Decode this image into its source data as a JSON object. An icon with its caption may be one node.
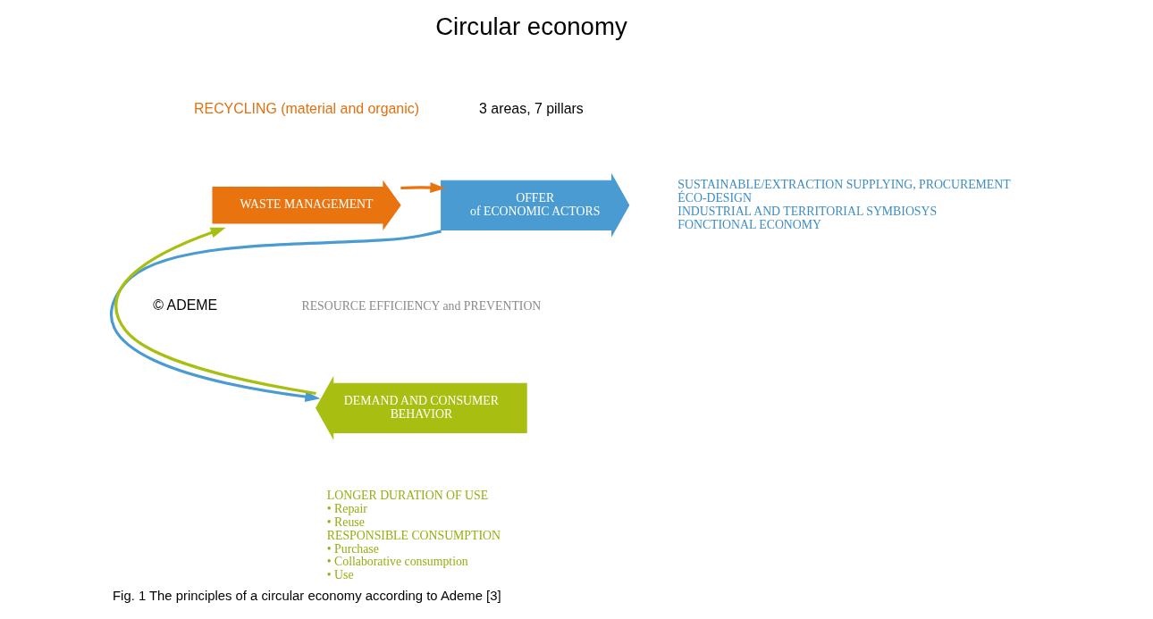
{
  "diagram": {
    "title": "Circular economy",
    "caption": "Fig. 1 The principles of a circular economy according to Ademe [3]",
    "nodes": [
      {
        "text": [
          "OFFER",
          "of ECONOMIC ACTORS"
        ],
        "beside": [
          "SUSTAINABLE/EXTRACTION SUPPLYING, PROCUREMENT",
          "ÉCO-DESIGN",
          "INDUSTRIAL AND TERRITORIAL SYMBIOSYS",
          "FONCTIONAL ECONOMY"
        ]
      },
      {
        "text": [
          "DEMAND AND CONSUMER",
          "BEHAVIOR"
        ],
        "beside": [
          "LONGER DURATION OF USE",
          "• Repair",
          "• Reuse",
          "RESPONSIBLE CONSUMPTION",
          "• Purchase",
          "• Collaborative consumption",
          "• Use"
        ]
      },
      {
        "text": [
          "WASTE MANAGEMENT"
        ]
      },
      {
        "text": [
          "RESOURCE EFFICIENCY and PREVENTION"
        ]
      }
    ],
    "edges": [
      {
        "from": 2,
        "to": 0,
        "arrow": "to",
        "color": "#e8730f"
      },
      {
        "from": 0,
        "to": 1,
        "arrow": "to",
        "color": "#4a9bd1"
      },
      {
        "from": 1,
        "to": 2,
        "arrow": "to",
        "color": "#a8bf12"
      }
    ],
    "labels": [
      "3 areas, 7 pillars",
      "RECYCLING (material and organic)",
      "© ADEME"
    ]
  }
}
